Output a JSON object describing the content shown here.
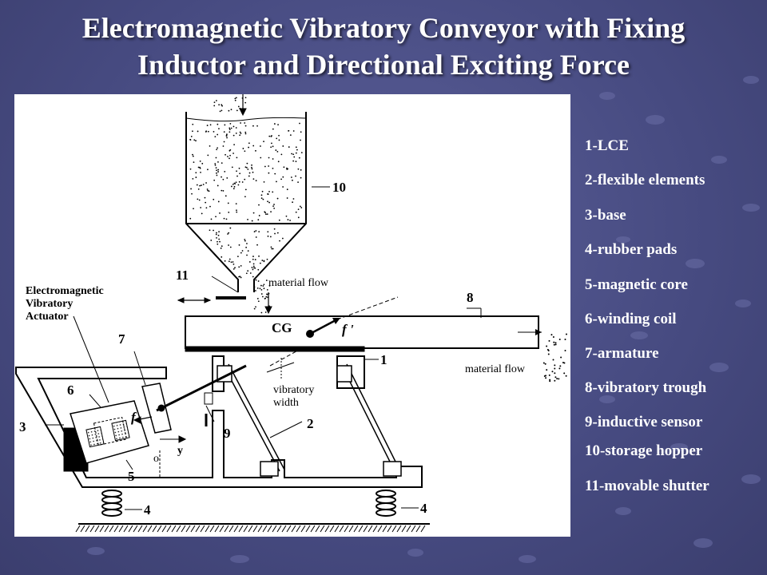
{
  "title": {
    "line1": "Electromagnetic Vibratory Conveyor with Fixing",
    "line2": "Inductor and Directional Exciting Force"
  },
  "legend": [
    "1-LCE",
    "2-flexible elements",
    "3-base",
    "4-rubber pads",
    "5-magnetic core",
    "6-winding coil",
    "7-armature",
    "8-vibratory trough",
    "9-inductive sensor",
    "10-storage hopper",
    "11-movable shutter"
  ],
  "diagram": {
    "actuator_label": [
      "Electromagnetic",
      "Vibratory",
      "Actuator"
    ],
    "material_flow_top": "material  flow",
    "material_flow_right": "material  flow",
    "cg": "CG",
    "force_f_prime": "f '",
    "force_f": "f",
    "vibratory_width": [
      "vibratory",
      "width"
    ],
    "axis_o": "o",
    "axis_y": "y",
    "numbers": {
      "n1": "1",
      "n2": "2",
      "n3": "3",
      "n4a": "4",
      "n4b": "4",
      "n5": "5",
      "n6": "6",
      "n7": "7",
      "n8": "8",
      "n9": "9",
      "n10": "10",
      "n11": "11"
    }
  }
}
